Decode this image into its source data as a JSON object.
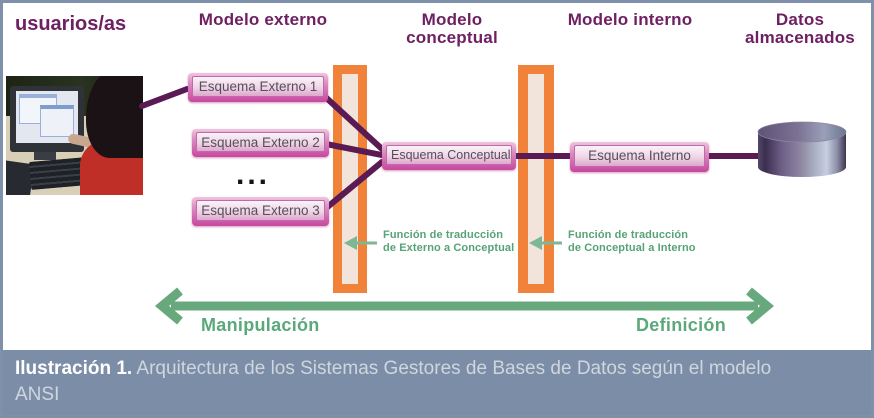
{
  "columns": {
    "users": "usuarios/as",
    "external": "Modelo externo",
    "conceptual": "Modelo conceptual",
    "internal": "Modelo interno",
    "stored": "Datos almacenados"
  },
  "boxes": {
    "external1": "Esquema Externo 1",
    "external2": "Esquema Externo 2",
    "external3": "Esquema Externo 3",
    "conceptual": "Esquema Conceptual",
    "internal": "Esquema Interno"
  },
  "ellipsis": "...",
  "functions": [
    {
      "line1": "Función de traducción",
      "line2": "de Externo a Conceptual"
    },
    {
      "line1": "Función de traducción",
      "line2": "de Conceptual a Interno"
    }
  ],
  "axis": {
    "left": "Manipulación",
    "right": "Definición"
  },
  "caption": {
    "label": "Ilustración 1.",
    "text": " Arquitectura de los Sistemas Gestores de Bases de Datos según el modelo ANSI"
  },
  "icons": {
    "photo": "user-at-computer-photo",
    "database": "database-cylinder-icon",
    "translation_bars": "orange-translation-layer-bars",
    "double_arrow": "manipulation-definition-double-arrow"
  },
  "colors": {
    "header_purple": "#6e2063",
    "connector_purple": "#5a1b55",
    "box_pink": "#c8479e",
    "bar_orange": "#f0823a",
    "bar_cream": "#f2e4da",
    "green": "#5ba87b",
    "caption_bg": "#7c8da7",
    "frame_border": "#7e90aa"
  }
}
